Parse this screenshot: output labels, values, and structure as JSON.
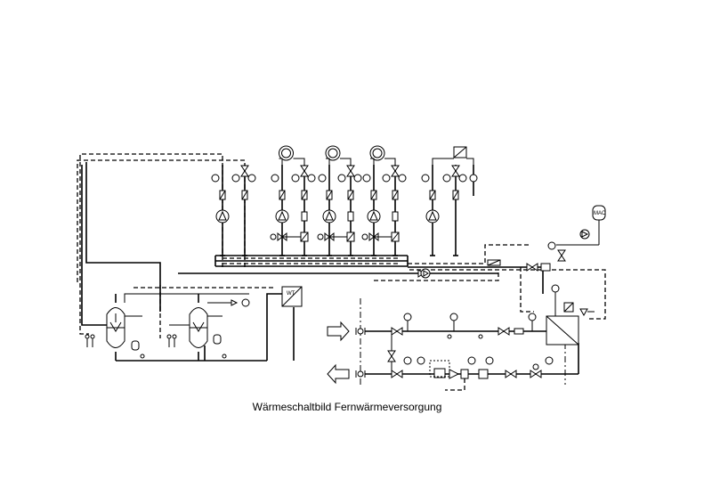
{
  "title": "Wärmeschaltbild Fernwärmeversorgung",
  "labels": {
    "heat_exchanger": "WT",
    "controller": "MAC"
  }
}
